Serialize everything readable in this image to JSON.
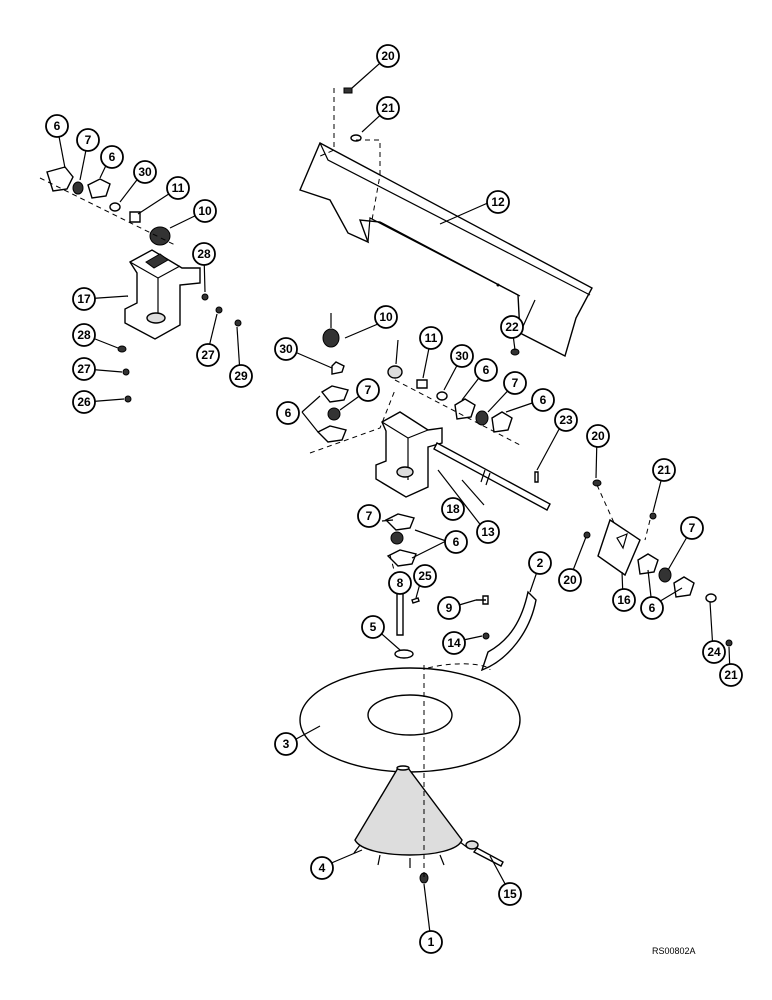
{
  "diagram": {
    "reference_code": "RS00802A",
    "callouts": [
      {
        "id": "c1",
        "label": "1"
      },
      {
        "id": "c2",
        "label": "2"
      },
      {
        "id": "c3",
        "label": "3"
      },
      {
        "id": "c4",
        "label": "4"
      },
      {
        "id": "c5",
        "label": "5"
      },
      {
        "id": "c6a",
        "label": "6"
      },
      {
        "id": "c6b",
        "label": "6"
      },
      {
        "id": "c6c",
        "label": "6"
      },
      {
        "id": "c6d",
        "label": "6"
      },
      {
        "id": "c6e",
        "label": "6"
      },
      {
        "id": "c6f",
        "label": "6"
      },
      {
        "id": "c7a",
        "label": "7"
      },
      {
        "id": "c7b",
        "label": "7"
      },
      {
        "id": "c7c",
        "label": "7"
      },
      {
        "id": "c7d",
        "label": "7"
      },
      {
        "id": "c7e",
        "label": "7"
      },
      {
        "id": "c8",
        "label": "8"
      },
      {
        "id": "c9",
        "label": "9"
      },
      {
        "id": "c10a",
        "label": "10"
      },
      {
        "id": "c10b",
        "label": "10"
      },
      {
        "id": "c11a",
        "label": "11"
      },
      {
        "id": "c11b",
        "label": "11"
      },
      {
        "id": "c12",
        "label": "12"
      },
      {
        "id": "c13",
        "label": "13"
      },
      {
        "id": "c14",
        "label": "14"
      },
      {
        "id": "c15",
        "label": "15"
      },
      {
        "id": "c16",
        "label": "16"
      },
      {
        "id": "c17",
        "label": "17"
      },
      {
        "id": "c18",
        "label": "18"
      },
      {
        "id": "c20a",
        "label": "20"
      },
      {
        "id": "c20b",
        "label": "20"
      },
      {
        "id": "c20c",
        "label": "20"
      },
      {
        "id": "c21a",
        "label": "21"
      },
      {
        "id": "c21b",
        "label": "21"
      },
      {
        "id": "c21c",
        "label": "21"
      },
      {
        "id": "c22",
        "label": "22"
      },
      {
        "id": "c23",
        "label": "23"
      },
      {
        "id": "c24",
        "label": "24"
      },
      {
        "id": "c25",
        "label": "25"
      },
      {
        "id": "c26",
        "label": "26"
      },
      {
        "id": "c27a",
        "label": "27"
      },
      {
        "id": "c27b",
        "label": "27"
      },
      {
        "id": "c28a",
        "label": "28"
      },
      {
        "id": "c28b",
        "label": "28"
      },
      {
        "id": "c29",
        "label": "29"
      },
      {
        "id": "c30a",
        "label": "30"
      },
      {
        "id": "c30b",
        "label": "30"
      },
      {
        "id": "c30c",
        "label": "30"
      }
    ]
  }
}
